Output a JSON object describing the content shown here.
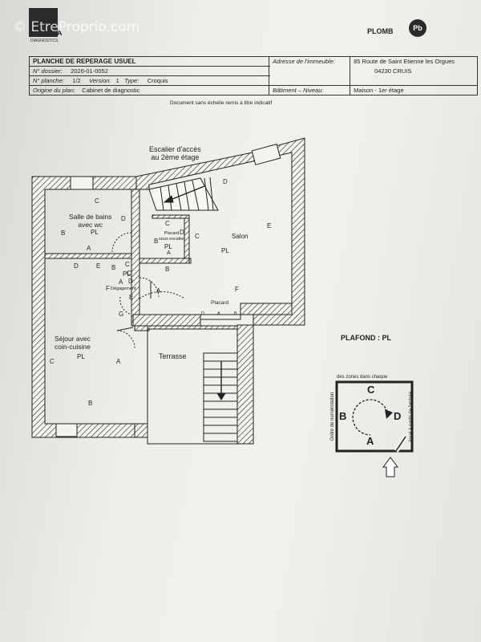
{
  "header": {
    "watermark": "© EtreProprio.com",
    "logo_name": "AGENDA",
    "logo_sub": "DIAGNOSTICS",
    "plomb_label": "PLOMB",
    "pb_badge": "Pb"
  },
  "info": {
    "title": "PLANCHE DE REPERAGE USUEL",
    "dossier_label": "N° dossier:",
    "dossier_value": "2026-01-0052",
    "planche_label": "N° planche:",
    "planche_value": "1/2",
    "version_label": "Version:",
    "version_value": "1",
    "type_label": "Type:",
    "type_value": "Croquis",
    "origine_label": "Origine du plan:",
    "origine_value": "Cabinet de diagnostic",
    "adresse_label": "Adresse de l'immeuble:",
    "adresse_line1": "85 Route de Saint Etienne les Orgues",
    "adresse_line2": "04230 CRUIS",
    "batiment_label": "Bâtiment – Niveau:",
    "batiment_value": "Maison - 1er étage"
  },
  "note": "Document sans échelle remis à titre indicatif",
  "plan": {
    "escalier_line1": "Escalier d'accès",
    "escalier_line2": "au 2ème étage",
    "sdb_line1": "Salle de bains",
    "sdb_line2": "avec wc",
    "sdb_pl": "PL",
    "placard_line1": "Placard",
    "placard_line2": "sous escalier",
    "placard_pl": "PL",
    "salon": "Salon",
    "salon_pl": "PL",
    "degagement": "Dégagement",
    "deg_pl": "PL",
    "placard2": "Placard",
    "sejour_line1": "Séjour avec",
    "sejour_line2": "coin-cuisine",
    "sejour_pl": "PL",
    "terrasse": "Terrasse",
    "letters": {
      "A": "A",
      "B": "B",
      "C": "C",
      "D": "D",
      "E": "E",
      "F": "F",
      "G": "G"
    }
  },
  "plafond": "PLAFOND : PL",
  "legend": {
    "top_text": "des zones dans chaque",
    "left_text": "Ordre de numérotation",
    "right_text": "local à partir de l'entrée",
    "a": "A",
    "b": "B",
    "c": "C",
    "d": "D"
  }
}
